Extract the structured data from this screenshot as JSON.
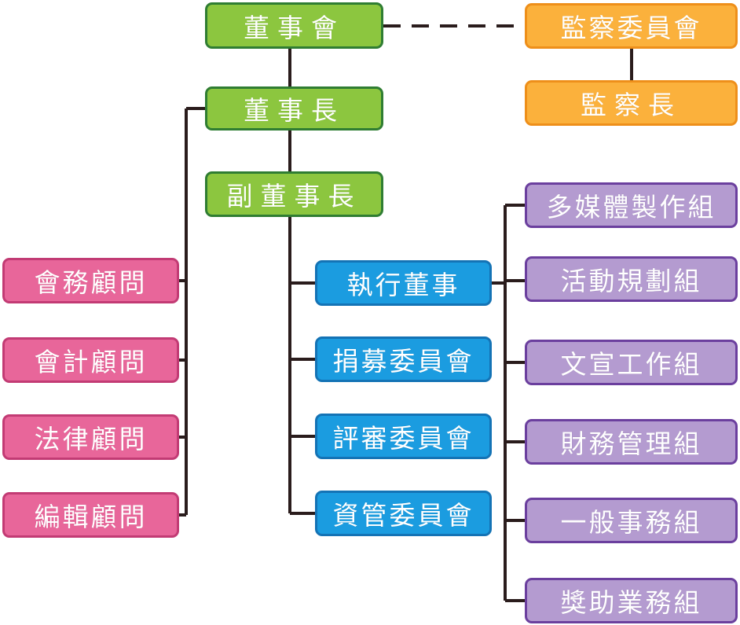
{
  "colors": {
    "governance": "#8cc63f",
    "supervision": "#fbb13c",
    "executive": "#1b9ce0",
    "advisors": "#e8669a",
    "working_groups": "#b49bd0",
    "connector": "#2a1c1c"
  },
  "governance": {
    "board": "董事會",
    "chairman": "董事長",
    "vice_chairman": "副董事長"
  },
  "supervision": {
    "board": "監察委員會",
    "chief": "監察長"
  },
  "advisors": [
    "會務顧問",
    "會計顧問",
    "法律顧問",
    "編輯顧問"
  ],
  "executive": {
    "director": "執行董事",
    "committees": [
      "捐募委員會",
      "評審委員會",
      "資管委員會"
    ]
  },
  "groups": [
    "多媒體製作組",
    "活動規劃組",
    "文宣工作組",
    "財務管理組",
    "一般事務組",
    "獎助業務組"
  ]
}
